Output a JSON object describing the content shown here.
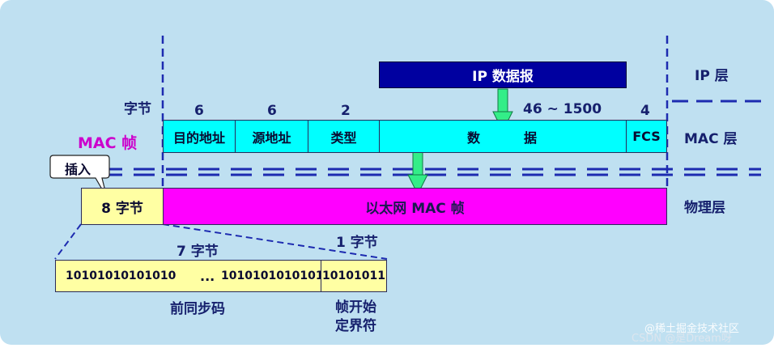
{
  "ip_packet": {
    "label": "IP 数据报"
  },
  "layers": {
    "ip": "IP 层",
    "mac": "MAC 层",
    "physical": "物理层"
  },
  "mac_frame_label": "MAC 帧",
  "byte_row": {
    "label": "字节",
    "counts": [
      "6",
      "6",
      "2",
      "46 ~ 1500",
      "4"
    ]
  },
  "frame_fields": [
    "目的地址",
    "源地址",
    "类型",
    "数",
    "据",
    "FCS"
  ],
  "insert_callout": "插入",
  "preamble_box": "8 字节",
  "ethernet_frame": "以太网 MAC 帧",
  "expanded": {
    "seven_bytes": "7 字节",
    "one_byte": "1 字节",
    "bits_a": "10101010101010",
    "ellipsis": "...",
    "bits_b": "10101010101010",
    "bits_c": "10101011",
    "preamble_label": "前同步码",
    "sfd_label_line1": "帧开始",
    "sfd_label_line2": "定界符"
  },
  "watermarks": [
    "@稀土掘金技术社区",
    "CSDN @是Dream呀"
  ],
  "colors": {
    "background": "#bfe0f1",
    "ip_box": "#0000a0",
    "field_fill": "#00ffff",
    "frame_fill": "#ff00ff",
    "preamble_fill": "#ffffa3",
    "arrow": "#33ee88",
    "mac_label": "#cc00cc",
    "dashed_line": "#1d2bb0"
  }
}
